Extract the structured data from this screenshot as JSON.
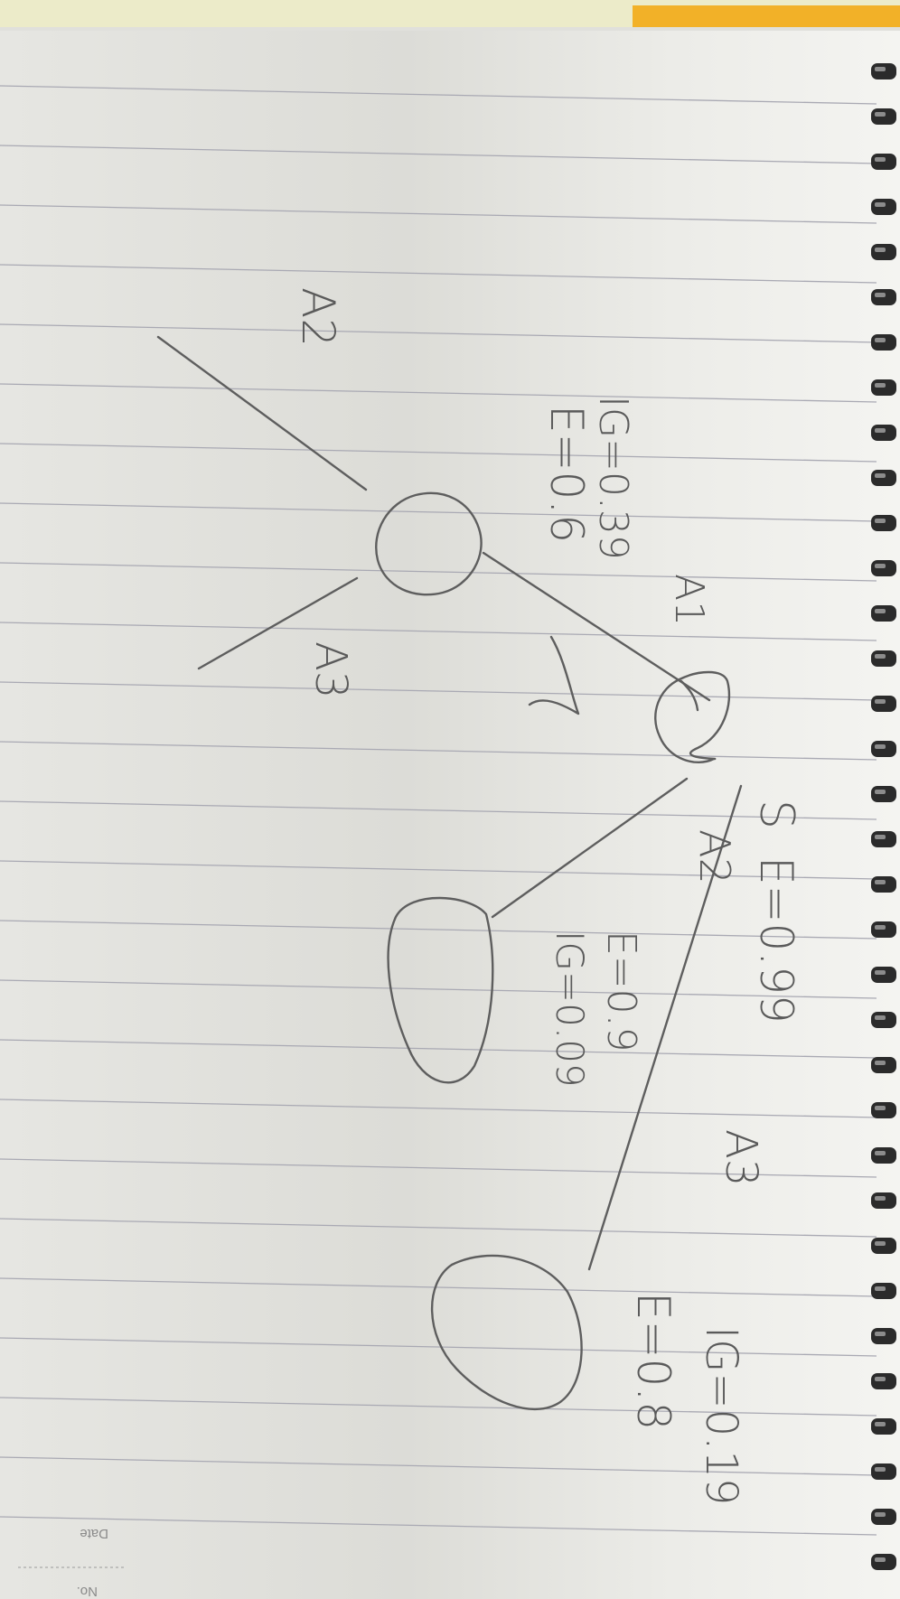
{
  "paper": {
    "colors": {
      "paper": "#f1f1ee",
      "shadow": "#d9d9d4",
      "rule": "#a9a9b3",
      "ink": "#5e5e5e",
      "cover_yellow": "#f2b128",
      "spiral": "#2b2b2b"
    },
    "footer": {
      "date_label": "Date",
      "number_label": "No."
    }
  },
  "diagram": {
    "root_label": "S",
    "root_entropy": "E=0.99",
    "branches": [
      {
        "label": "A1",
        "entropy": "E=0.6",
        "info_gain": "IG=0.39",
        "check_mark": true
      },
      {
        "label": "A2",
        "entropy": "E=0.9",
        "info_gain": "IG=0.09"
      },
      {
        "label": "A3",
        "entropy": "E=0.8",
        "info_gain": "IG=0.19"
      }
    ],
    "child_branches": [
      {
        "label": "A2"
      },
      {
        "label": "A3"
      }
    ]
  }
}
